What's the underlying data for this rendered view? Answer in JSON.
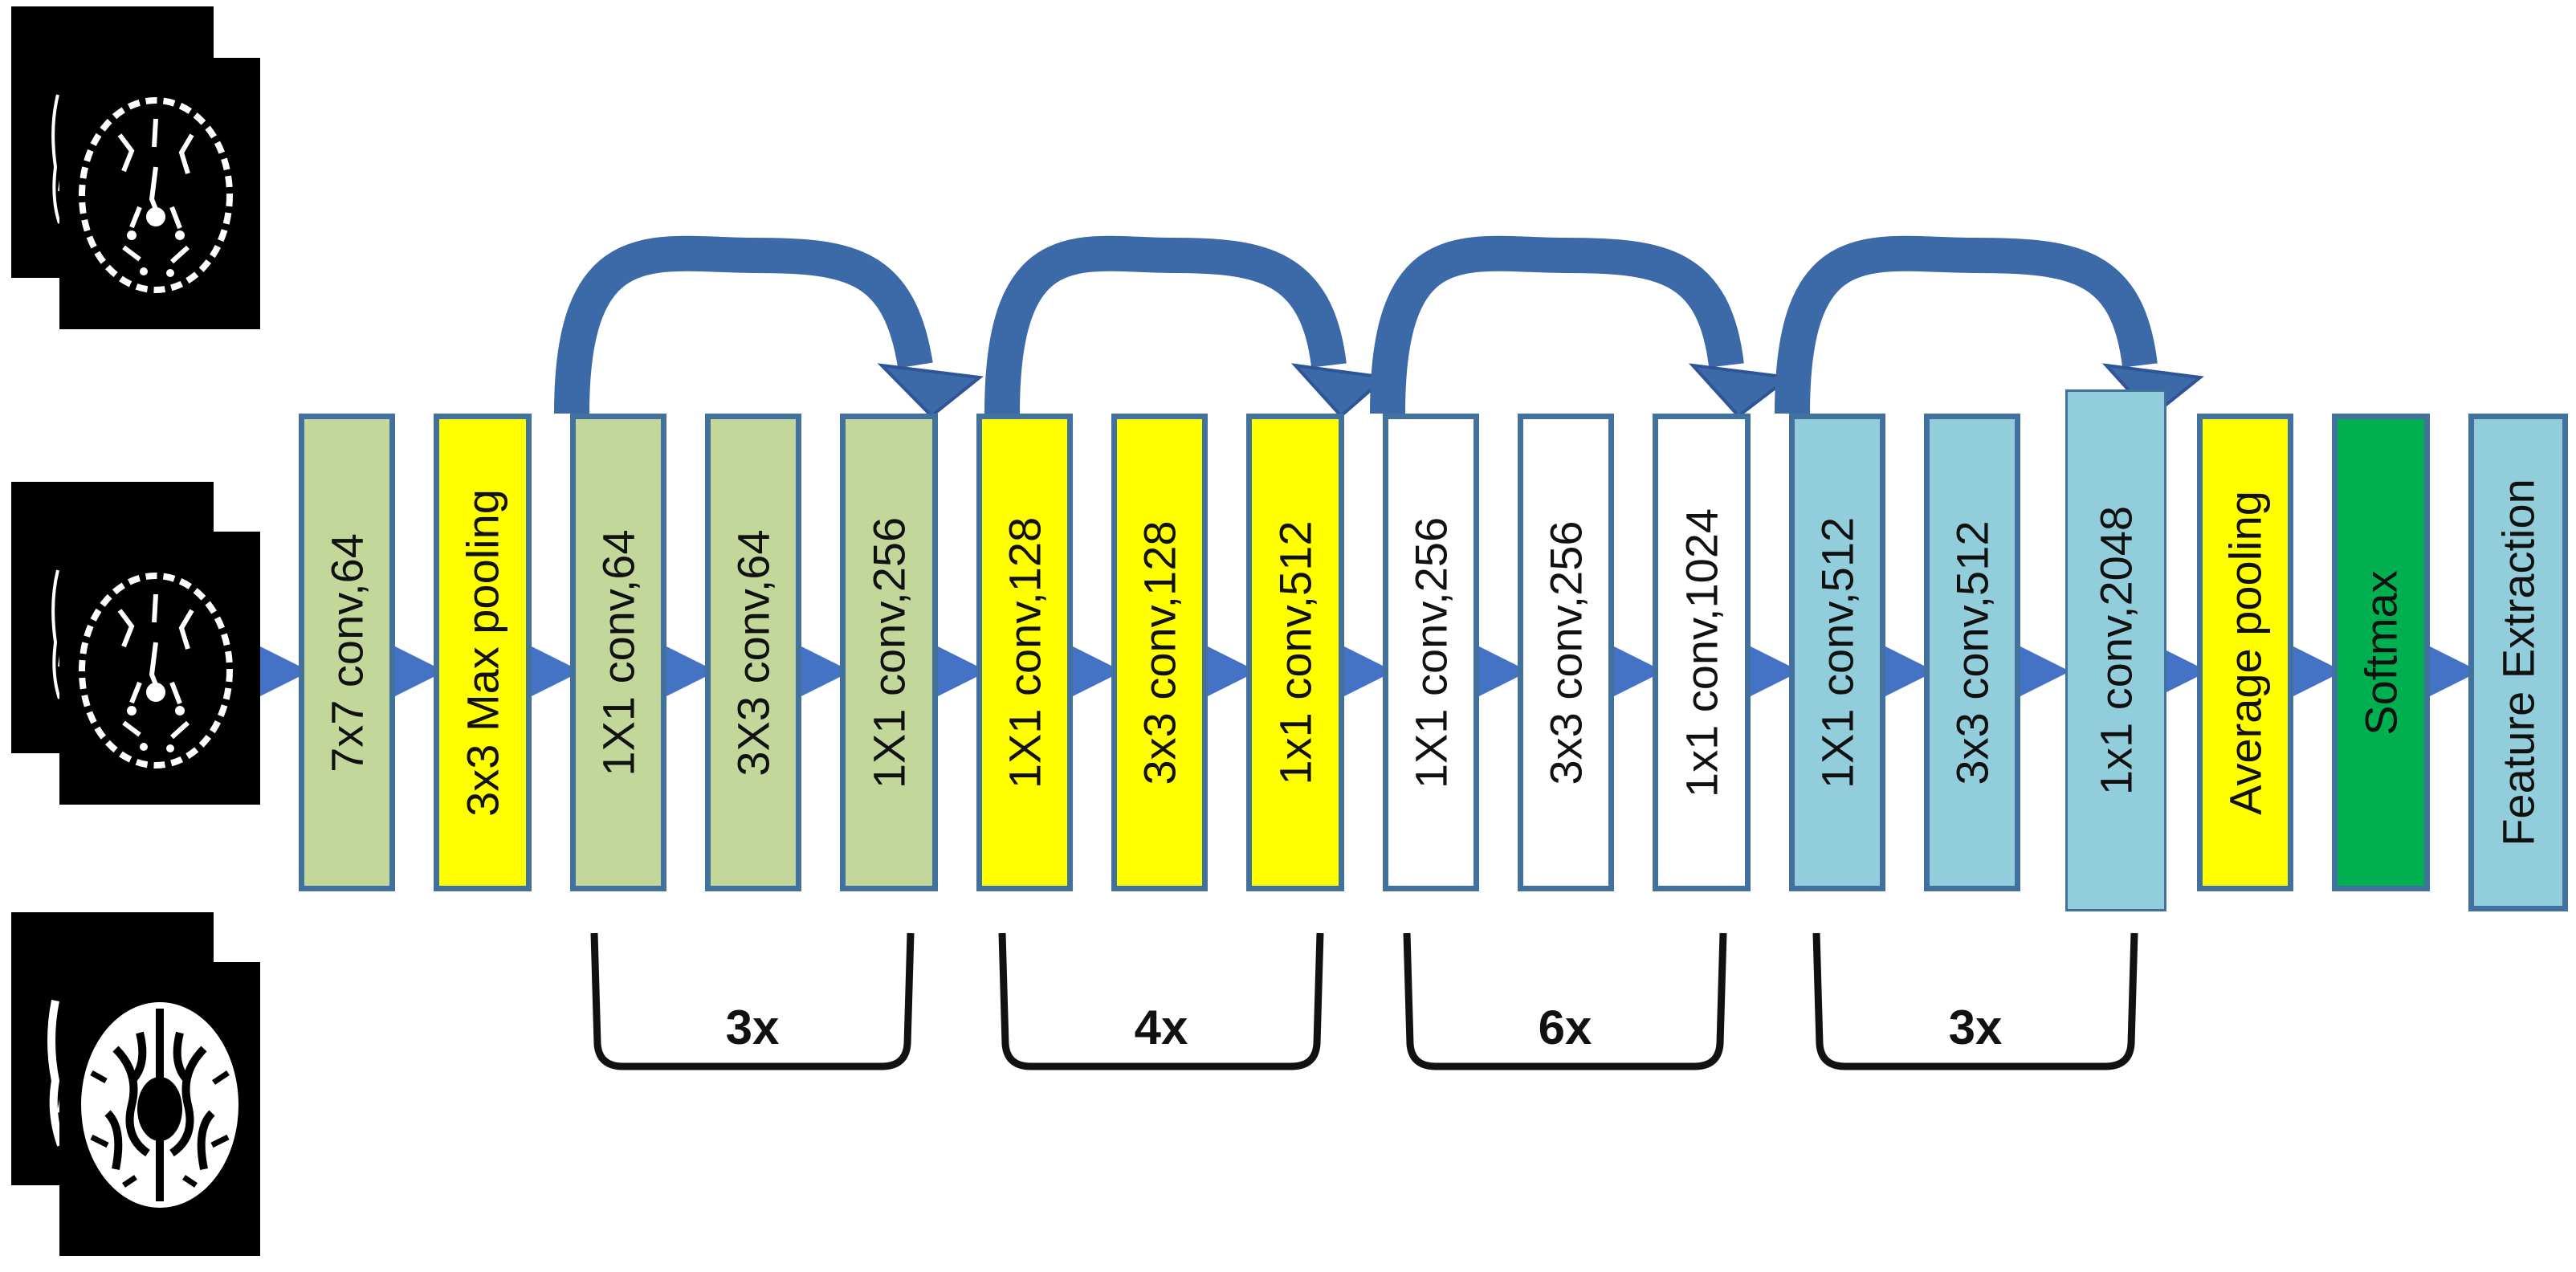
{
  "colors": {
    "olive": "#c4d79b",
    "yellow": "#ffff00",
    "white": "#ffffff",
    "light_blue": "#92cddc",
    "green": "#00b050",
    "border": "#41719c",
    "arrow": "#4472c4"
  },
  "blocks": [
    {
      "id": "b1",
      "label": "7x7 conv,64",
      "fill": "#c4d79b"
    },
    {
      "id": "b2",
      "label": "3x3 Max pooling",
      "fill": "#ffff00"
    },
    {
      "id": "b3",
      "label": "1X1 conv,64",
      "fill": "#c4d79b"
    },
    {
      "id": "b4",
      "label": "3X3 conv,64",
      "fill": "#c4d79b"
    },
    {
      "id": "b5",
      "label": "1X1 conv,256",
      "fill": "#c4d79b"
    },
    {
      "id": "b6",
      "label": "1X1 conv,128",
      "fill": "#ffff00"
    },
    {
      "id": "b7",
      "label": "3x3 conv,128",
      "fill": "#ffff00"
    },
    {
      "id": "b8",
      "label": "1x1 conv,512",
      "fill": "#ffff00"
    },
    {
      "id": "b9",
      "label": "1X1 conv,256",
      "fill": "#ffffff"
    },
    {
      "id": "b10",
      "label": "3x3 conv,256",
      "fill": "#ffffff"
    },
    {
      "id": "b11",
      "label": "1x1 conv,1024",
      "fill": "#ffffff"
    },
    {
      "id": "b12",
      "label": "1X1 conv,512",
      "fill": "#92cddc"
    },
    {
      "id": "b13",
      "label": "3x3 conv,512",
      "fill": "#92cddc"
    },
    {
      "id": "b14",
      "label": "1x1 conv,2048",
      "fill": "#92cddc"
    },
    {
      "id": "b15",
      "label": "Average pooling",
      "fill": "#ffff00"
    },
    {
      "id": "b16",
      "label": "Softmax",
      "fill": "#00b050"
    },
    {
      "id": "b17",
      "label": "Feature Extraction",
      "fill": "#92cddc"
    }
  ],
  "stages": [
    {
      "repeat": "3x"
    },
    {
      "repeat": "4x"
    },
    {
      "repeat": "6x"
    },
    {
      "repeat": "3x"
    }
  ],
  "inputs": [
    {
      "name": "input-scan-1"
    },
    {
      "name": "input-scan-2"
    },
    {
      "name": "input-scan-3"
    }
  ]
}
